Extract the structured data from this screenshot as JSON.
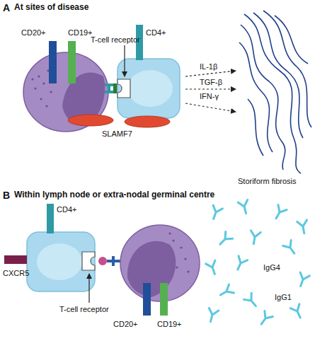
{
  "diagram": {
    "labels": [
      "A",
      "At sites of disease",
      "CD20+",
      "CD19+",
      "CD4+",
      "T-cell receptor",
      "IL-1β",
      "TGF-β",
      "IFN-γ",
      "SLAMF7",
      "Storiform fibrosis",
      "B",
      "Within lymph node or extra-nodal germinal centre",
      "CD4+",
      "CXCR5",
      "T-cell receptor",
      "CD20+",
      "CD19+",
      "IgG4",
      "IgG1"
    ]
  }
}
